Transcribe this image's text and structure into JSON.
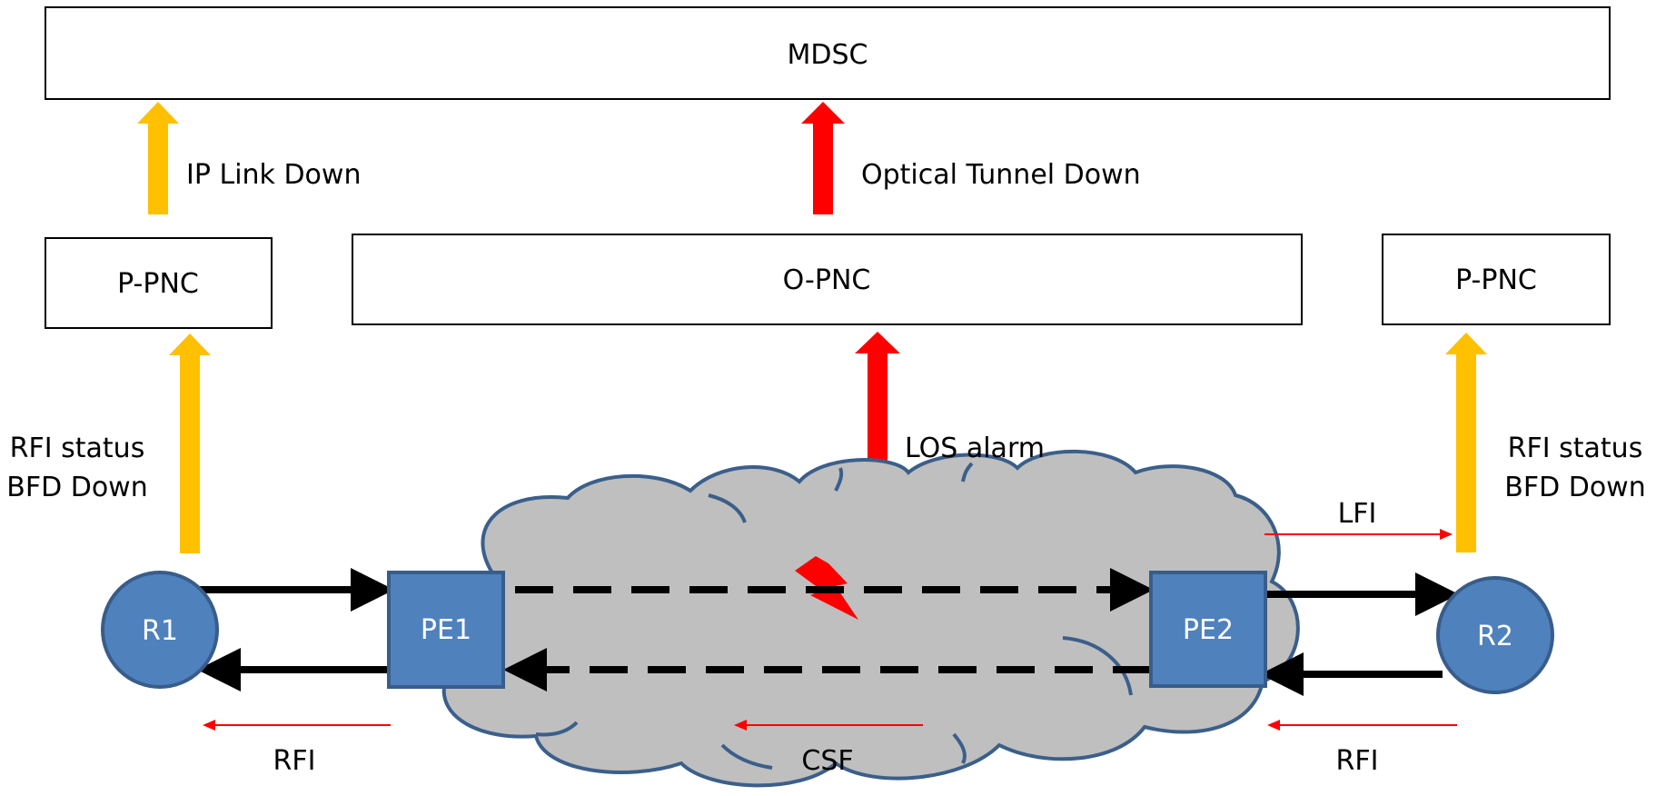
{
  "boxes": {
    "mdsc": "MDSC",
    "p_pnc_left": "P-PNC",
    "o_pnc": "O-PNC",
    "p_pnc_right": "P-PNC"
  },
  "nodes": {
    "r1": "R1",
    "pe1": "PE1",
    "pe2": "PE2",
    "r2": "R2"
  },
  "labels": {
    "ip_link_down": "IP Link Down",
    "optical_tunnel_down": "Optical Tunnel Down",
    "left_status": [
      "RFI status",
      "BFD Down"
    ],
    "right_status": [
      "RFI status",
      "BFD Down"
    ],
    "los_alarm": "LOS alarm",
    "lfi": "LFI",
    "rfi_left": "RFI",
    "csf": "CSF",
    "rfi_right": "RFI"
  },
  "colors": {
    "notification_yellow": "#FFC000",
    "alarm_red": "#FF0000",
    "node_blue": "#4F81BD",
    "node_border": "#385D8A",
    "cloud_gray": "#BFBFBF",
    "cloud_border": "#3B5F8A"
  }
}
